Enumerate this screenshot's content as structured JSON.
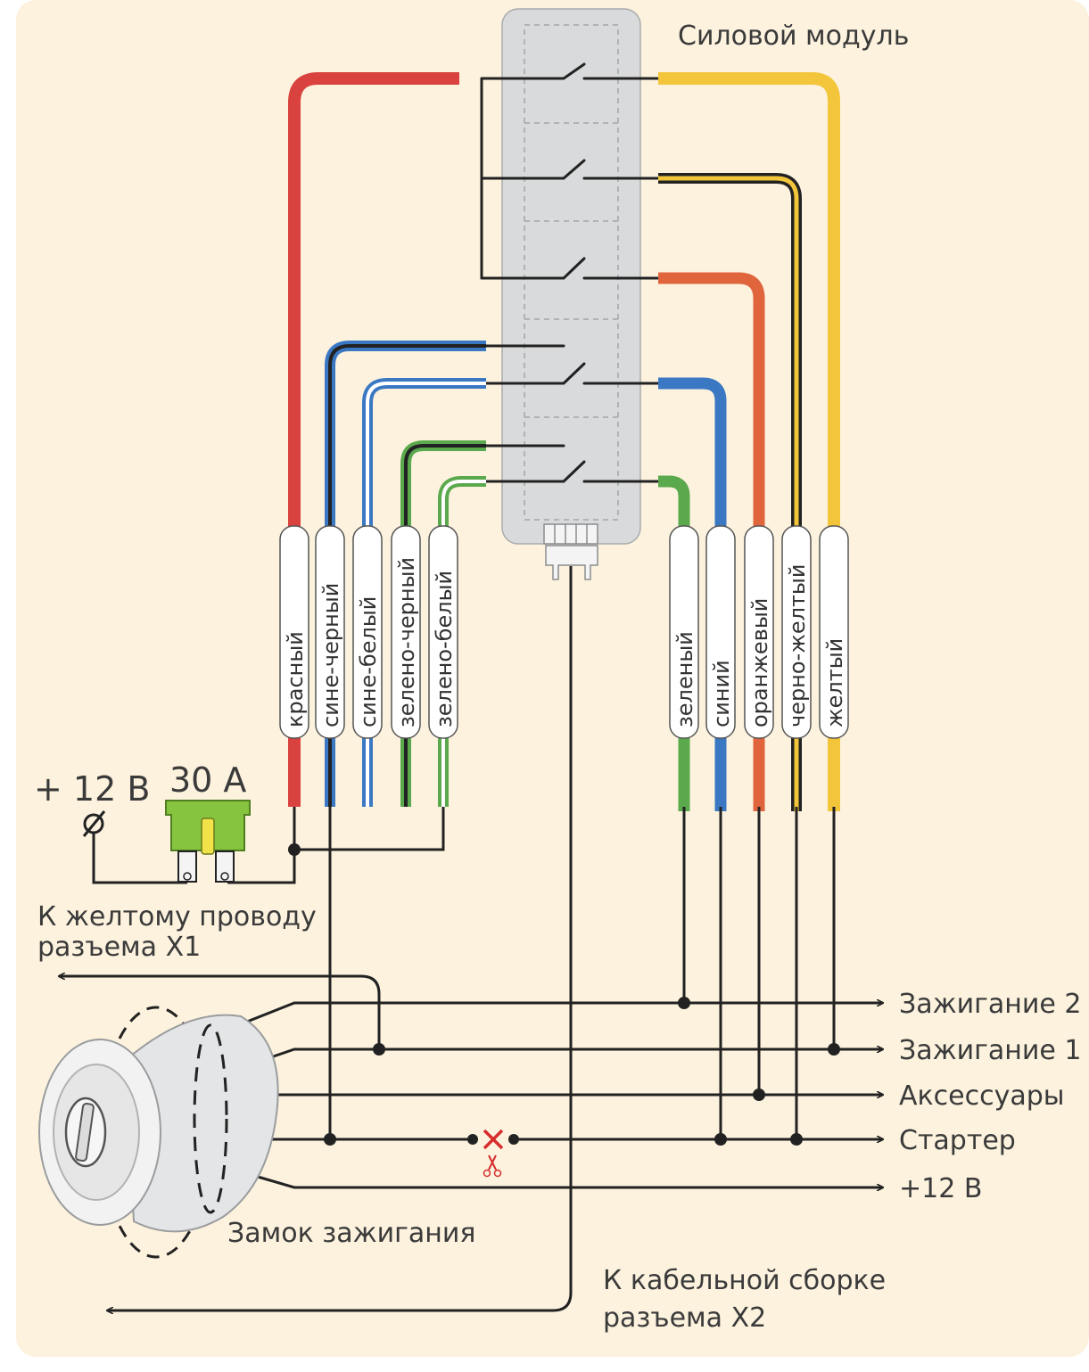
{
  "labels": {
    "power_module": "Силовой модуль",
    "plus12_input": "+ 12 В",
    "fuse_rating": "30 А",
    "to_yellow_line1": "К желтому проводу",
    "to_yellow_line2": "разъема X1",
    "ignition_lock": "Замок зажигания",
    "to_cable_line1": "К кабельной сборке",
    "to_cable_line2": "разъема X2"
  },
  "wires_left": [
    "красный",
    "сине-черный",
    "сине-белый",
    "зелено-черный",
    "зелено-белый"
  ],
  "wires_right": [
    "зеленый",
    "синий",
    "оранжевый",
    "черно-желтый",
    "желтый"
  ],
  "outputs": [
    "Зажигание 2",
    "Зажигание 1",
    "Аксессуары",
    "Стартер",
    "+12 В"
  ],
  "colors": {
    "background": "#fcf2de",
    "red": "#d9423f",
    "yellow": "#f3c53a",
    "orange": "#e0653d",
    "blue": "#3a78c3",
    "green": "#5aa94c",
    "black": "#222222",
    "module": "#d9dadb"
  }
}
